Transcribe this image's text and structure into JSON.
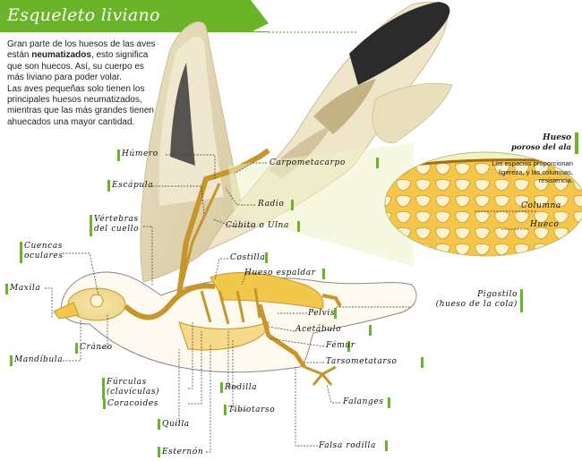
{
  "title": "Esqueleto liviano",
  "intro": {
    "part1": "Gran parte de los huesos de las aves están ",
    "bold": "neumatizados",
    "part2": ", esto significa que son huecos. Así, su cuerpo es más liviano para poder volar.",
    "paragraph2": "Las aves pequeñas solo tienen los principales huesos neumatizados, mientras que las más grandes tienen ahuecados una mayor cantidad."
  },
  "inset": {
    "title_line1": "Hueso",
    "title_line2": "poroso del ala",
    "description": "Los espacios proporcionan ligereza, y las columnas, resistencia.",
    "labels": {
      "columna": "Columna",
      "hueco": "Hueco"
    }
  },
  "labels": {
    "humero": "Húmero",
    "escapula": "Escápula",
    "vertebras_1": "Vértebras",
    "vertebras_2": "del cuello",
    "cuencas_1": "Cuencas",
    "cuencas_2": "oculares",
    "maxila": "Maxila",
    "craneo": "Cráneo",
    "mandibula": "Mandíbula",
    "furculas_1": "Fúrculas",
    "furculas_2": "(clavículas)",
    "coracoides": "Coracoides",
    "quilla": "Quilla",
    "esternon": "Esternón",
    "carpometacarpo": "Carpometacarpo",
    "radio": "Radio",
    "cubito": "Cúbito o Ulna",
    "costilla": "Costilla",
    "hueso_espaldar": "Hueso espaldar",
    "pigostilo_1": "Pigostilo",
    "pigostilo_2": "(hueso de la cola)",
    "pelvis": "Pelvis",
    "acetabulo": "Acetábulo",
    "femur": "Fémur",
    "tarsometatarso": "Tarsometatarso",
    "rodilla": "Rodilla",
    "tibiotarso": "Tibiotarso",
    "falanges": "Falanges",
    "falsa_rodilla": "Falsa rodilla"
  },
  "colors": {
    "accent_green": "#6ab42a",
    "bone": "#f2c84c",
    "wing_dark": "#2b2b2b",
    "feather_cream": "#ece1c0"
  }
}
